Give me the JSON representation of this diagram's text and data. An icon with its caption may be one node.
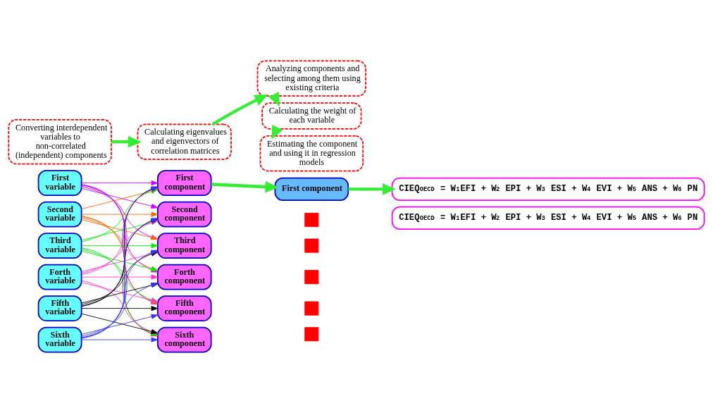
{
  "diagram": {
    "nodes": [
      {
        "text": [
          "Converting interdependent variables to non-correlated (independent) components"
        ]
      },
      {
        "text": [
          "Calculating eigenvalues and eigenvectors of correlation matrices"
        ]
      },
      {
        "text": [
          "Analyzing components and selecting among them using existing criteria"
        ]
      },
      {
        "text": [
          "Calculating the weight of each variable"
        ]
      },
      {
        "text": [
          "Estimating the component and using it in regression models"
        ]
      },
      {
        "text": [
          "First variable"
        ]
      },
      {
        "text": [
          "Second variable"
        ]
      },
      {
        "text": [
          "Third variable"
        ]
      },
      {
        "text": [
          "Forth variable"
        ]
      },
      {
        "text": [
          "Fifth variable"
        ]
      },
      {
        "text": [
          "Sixth variable"
        ]
      },
      {
        "text": [
          "First component"
        ]
      },
      {
        "text": [
          "Second component"
        ]
      },
      {
        "text": [
          "Third component"
        ]
      },
      {
        "text": [
          "Forth component"
        ]
      },
      {
        "text": [
          "Fifth component"
        ]
      },
      {
        "text": [
          "Sixth component"
        ]
      },
      {
        "text": [
          "First component"
        ]
      },
      {
        "text": [
          "CIEQ$_{OECD}$ = W$_{1}$EFI + W$_{2}$ EPI + W$_{3}$ ESI + W$_{4}$ EVI + W$_{5}$ ANS + W$_{6}$ PN"
        ]
      },
      {
        "text": [
          "CIEQ$_{OECD}$ = W$_{1}$EFI + W$_{2}$ EPI + W$_{3}$ ESI + W$_{4}$ EVI + W$_{5}$ ANS + W$_{6}$ PN"
        ]
      },
      {
        "text": [],
        "shape": "cross"
      },
      {
        "text": [],
        "shape": "cross"
      },
      {
        "text": [],
        "shape": "cross"
      },
      {
        "text": [],
        "shape": "cross"
      },
      {
        "text": [],
        "shape": "cross"
      }
    ],
    "edges": [
      {
        "from": 0,
        "to": 1,
        "arrow": "to",
        "style": "thick",
        "color": "#33ee33"
      },
      {
        "from": 1,
        "to": 2,
        "arrow": "to",
        "style": "thick",
        "color": "#33ee33"
      },
      {
        "from": 2,
        "to": 3,
        "arrow": "to",
        "style": "thick",
        "color": "#33ee33"
      },
      {
        "from": 3,
        "to": 4,
        "arrow": "to",
        "style": "thick",
        "color": "#33ee33"
      },
      {
        "from": 11,
        "to": 17,
        "arrow": "to",
        "style": "thick",
        "color": "#33ee33"
      },
      {
        "from": 17,
        "to": 18,
        "arrow": "to",
        "style": "thick",
        "color": "#33ee33"
      },
      {
        "from": 5,
        "to": 11,
        "arrow": "to",
        "color": "#cc00ff"
      },
      {
        "from": 5,
        "to": 12,
        "arrow": "to",
        "color": "#cc00ff"
      },
      {
        "from": 5,
        "to": 13,
        "arrow": "to",
        "color": "#cc00ff"
      },
      {
        "from": 5,
        "to": 14,
        "arrow": "to",
        "color": "#cc00ff"
      },
      {
        "from": 5,
        "to": 15,
        "arrow": "to",
        "color": "#cc00ff"
      },
      {
        "from": 5,
        "to": 16,
        "arrow": "to",
        "color": "#cc00ff"
      },
      {
        "from": 6,
        "to": 11,
        "arrow": "to",
        "color": "#ff6600"
      },
      {
        "from": 6,
        "to": 12,
        "arrow": "to",
        "color": "#ff6600"
      },
      {
        "from": 6,
        "to": 13,
        "arrow": "to",
        "color": "#ff6600"
      },
      {
        "from": 6,
        "to": 14,
        "arrow": "to",
        "color": "#ff6600"
      },
      {
        "from": 6,
        "to": 15,
        "arrow": "to",
        "color": "#ff6600"
      },
      {
        "from": 6,
        "to": 16,
        "arrow": "to",
        "color": "#ff6600"
      },
      {
        "from": 7,
        "to": 11,
        "arrow": "to",
        "color": "#00ee00"
      },
      {
        "from": 7,
        "to": 12,
        "arrow": "to",
        "color": "#00ee00"
      },
      {
        "from": 7,
        "to": 13,
        "arrow": "to",
        "color": "#00ee00"
      },
      {
        "from": 7,
        "to": 14,
        "arrow": "to",
        "color": "#00ee00"
      },
      {
        "from": 7,
        "to": 15,
        "arrow": "to",
        "color": "#00ee00"
      },
      {
        "from": 7,
        "to": 16,
        "arrow": "to",
        "color": "#00ee00"
      },
      {
        "from": 8,
        "to": 11,
        "arrow": "to",
        "color": "#ff33cc"
      },
      {
        "from": 8,
        "to": 12,
        "arrow": "to",
        "color": "#ff33cc"
      },
      {
        "from": 8,
        "to": 13,
        "arrow": "to",
        "color": "#ff33cc"
      },
      {
        "from": 8,
        "to": 14,
        "arrow": "to",
        "color": "#ff33cc"
      },
      {
        "from": 8,
        "to": 15,
        "arrow": "to",
        "color": "#ff33cc"
      },
      {
        "from": 8,
        "to": 16,
        "arrow": "to",
        "color": "#ff33cc"
      },
      {
        "from": 9,
        "to": 11,
        "arrow": "to",
        "color": "#000000"
      },
      {
        "from": 9,
        "to": 12,
        "arrow": "to",
        "color": "#000000"
      },
      {
        "from": 9,
        "to": 13,
        "arrow": "to",
        "color": "#000000"
      },
      {
        "from": 9,
        "to": 14,
        "arrow": "to",
        "color": "#000000"
      },
      {
        "from": 9,
        "to": 15,
        "arrow": "to",
        "color": "#000000"
      },
      {
        "from": 9,
        "to": 16,
        "arrow": "to",
        "color": "#000000"
      },
      {
        "from": 10,
        "to": 11,
        "arrow": "to",
        "color": "#3333ff"
      },
      {
        "from": 10,
        "to": 12,
        "arrow": "to",
        "color": "#3333ff"
      },
      {
        "from": 10,
        "to": 13,
        "arrow": "to",
        "color": "#3333ff"
      },
      {
        "from": 10,
        "to": 14,
        "arrow": "to",
        "color": "#3333ff"
      },
      {
        "from": 10,
        "to": 15,
        "arrow": "to",
        "color": "#3333ff"
      },
      {
        "from": 10,
        "to": 16,
        "arrow": "to",
        "color": "#3333ff"
      }
    ]
  }
}
